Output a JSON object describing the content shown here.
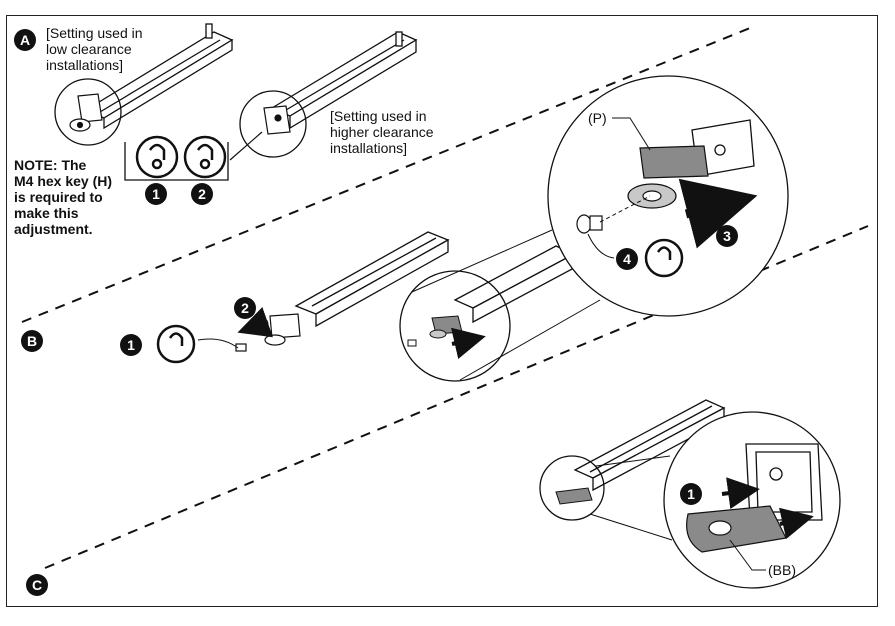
{
  "sections": [
    {
      "id": "A",
      "label": "A"
    },
    {
      "id": "B",
      "label": "B"
    },
    {
      "id": "C",
      "label": "C"
    }
  ],
  "section_a": {
    "low_caption": "[Setting used in\nlow clearance\ninstallations]",
    "high_caption": "[Setting used in\nhigher clearance\ninstallations]",
    "note": "NOTE: The\nM4 hex key (H)\nis required to\nmake this\nadjustment.",
    "step1": "1",
    "step2": "2"
  },
  "section_b": {
    "step1": "1",
    "step2": "2",
    "step3": "3",
    "step4": "4",
    "part_label": "(P)"
  },
  "section_c": {
    "step1": "1",
    "part_label": "(BB)"
  },
  "colors": {
    "ink": "#111111",
    "part_gray": "#8a8a8a",
    "part_light": "#c8c8c8"
  }
}
